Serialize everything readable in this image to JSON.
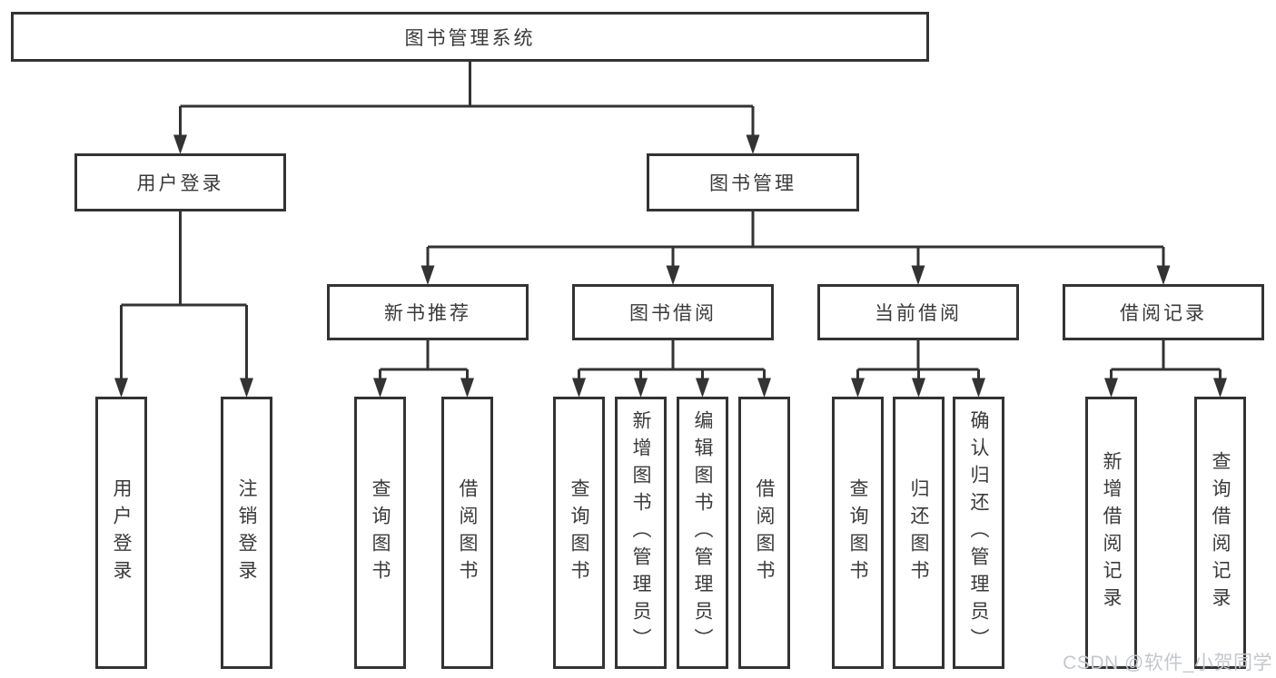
{
  "tree": {
    "root": {
      "label": "图书管理系统"
    },
    "login": {
      "label": "用户登录",
      "leaves": [
        {
          "label": "用户登录"
        },
        {
          "label": "注销登录"
        }
      ]
    },
    "management": {
      "label": "图书管理",
      "groups": [
        {
          "label": "新书推荐",
          "leaves": [
            {
              "label": "查询图书"
            },
            {
              "label": "借阅图书"
            }
          ]
        },
        {
          "label": "图书借阅",
          "leaves": [
            {
              "label": "查询图书"
            },
            {
              "label": "新增图书（管理员）"
            },
            {
              "label": "编辑图书（管理员）"
            },
            {
              "label": "借阅图书"
            }
          ]
        },
        {
          "label": "当前借阅",
          "leaves": [
            {
              "label": "查询图书"
            },
            {
              "label": "归还图书"
            },
            {
              "label": "确认归还（管理员）"
            }
          ]
        },
        {
          "label": "借阅记录",
          "leaves": [
            {
              "label": "新增借阅记录"
            },
            {
              "label": "查询借阅记录"
            }
          ]
        }
      ]
    }
  },
  "watermark": "CSDN @软件_小贺同学",
  "colors": {
    "line": "#333333",
    "box_border": "#333333",
    "text": "#3a3a3a",
    "watermark": "#c3c8ce",
    "background": "#ffffff"
  }
}
